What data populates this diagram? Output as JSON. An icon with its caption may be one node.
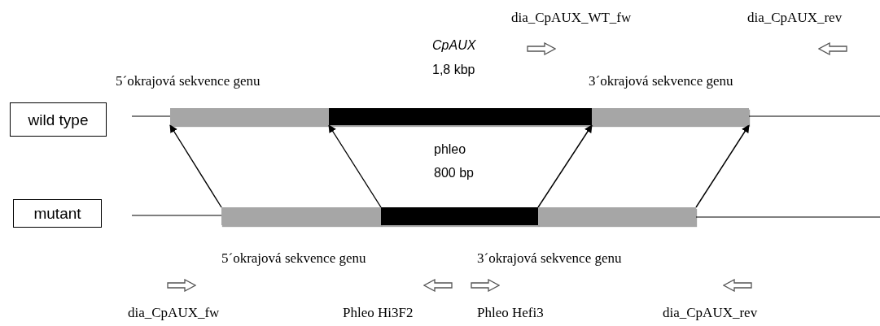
{
  "diagram": {
    "nodes": [
      {
        "text": [
          "wild type"
        ]
      },
      {
        "text": [],
        "shape": "bar",
        "beside": [
          "5´okrajová sekvence genu"
        ]
      },
      {
        "text": [],
        "shape": "bar",
        "beside": [
          "CpAUX",
          "1,8 kbp"
        ]
      },
      {
        "text": [],
        "shape": "bar",
        "beside": [
          "3´okrajová sekvence genu"
        ]
      },
      {
        "text": [
          "mutant"
        ]
      },
      {
        "text": [],
        "shape": "bar",
        "beside": [
          "5´okrajová sekvence genu"
        ]
      },
      {
        "text": [],
        "shape": "bar",
        "beside": [
          "phleo",
          "800 bp"
        ]
      },
      {
        "text": [],
        "shape": "bar",
        "beside": [
          "3´okrajová sekvence genu"
        ]
      }
    ],
    "edges": [
      {
        "from": 5,
        "to": 1,
        "arrow": "to"
      },
      {
        "from": 6,
        "to": 2,
        "arrow": "to"
      },
      {
        "from": 6,
        "to": 3,
        "arrow": "to"
      },
      {
        "from": 7,
        "to": 3,
        "arrow": "to"
      }
    ],
    "labels": [
      "dia_CpAUX_WT_fw",
      "dia_CpAUX_rev",
      "dia_CpAUX_fw",
      "Phleo Hi3F2",
      "Phleo Hefi3",
      "dia_CpAUX_rev"
    ]
  }
}
